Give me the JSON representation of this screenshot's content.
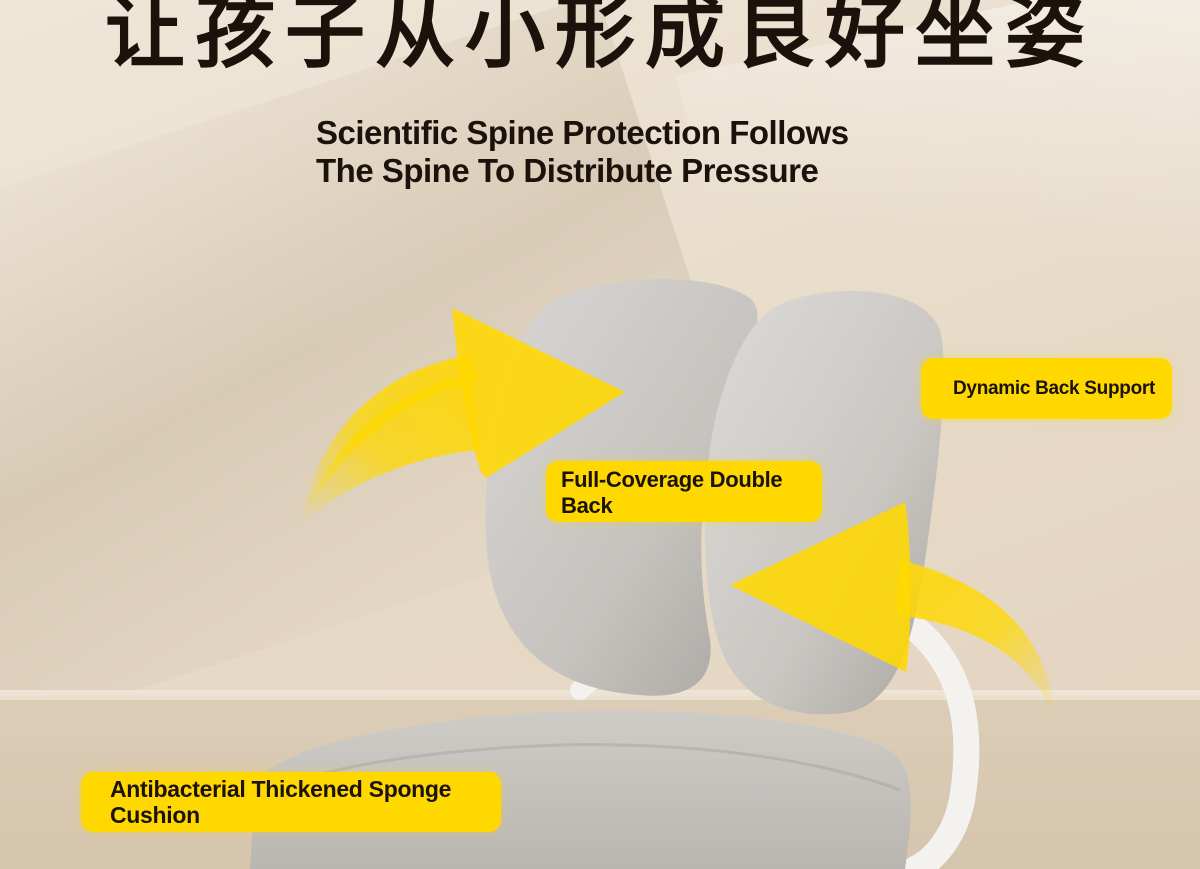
{
  "headline": {
    "chinese": "让孩子从小形成良好坐姿",
    "english_line1": "Scientific Spine Protection Follows",
    "english_line2": "The Spine To Distribute Pressure"
  },
  "callouts": {
    "double_back_line1": "Full-Coverage Double",
    "double_back_line2": "Back",
    "dynamic_support": "Dynamic Back Support",
    "cushion_line1": "Antibacterial Thickened Sponge",
    "cushion_line2": "Cushion"
  },
  "colors": {
    "accent_yellow": "#ffd800",
    "headline_text": "#1c120c",
    "chair_gray": "#c9c6c2",
    "wall_beige": "#eadfce"
  },
  "icons": {
    "arrow_left": "curved-arrow-right-icon",
    "arrow_right": "curved-arrow-left-icon"
  }
}
